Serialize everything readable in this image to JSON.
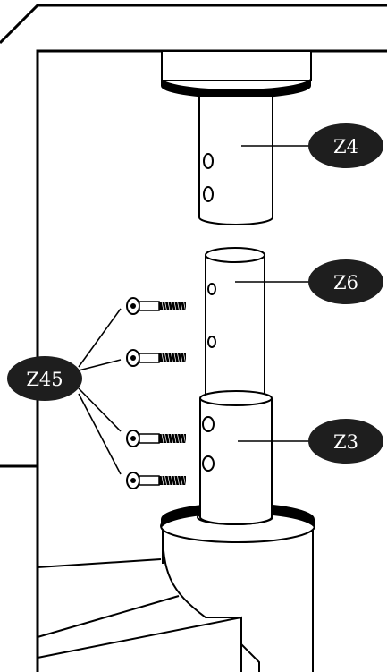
{
  "diagram": {
    "callouts": {
      "z4": "Z4",
      "z6": "Z6",
      "z3": "Z3",
      "z45": "Z45"
    },
    "colors": {
      "ink": "#000000",
      "callout_fill": "#1e1e1e",
      "callout_text": "#ffffff",
      "background": "#ffffff"
    }
  }
}
